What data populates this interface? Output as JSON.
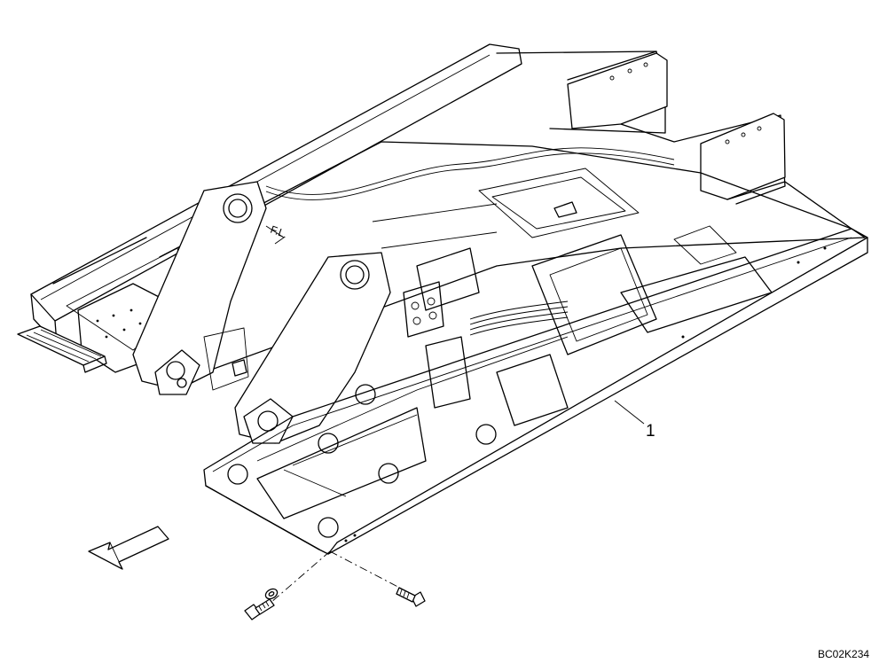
{
  "diagram": {
    "callouts": [
      {
        "id": "part-1",
        "label": "1"
      }
    ],
    "drawing_code": "BC02K234",
    "direction_arrow": "arrow-forward-direction"
  }
}
